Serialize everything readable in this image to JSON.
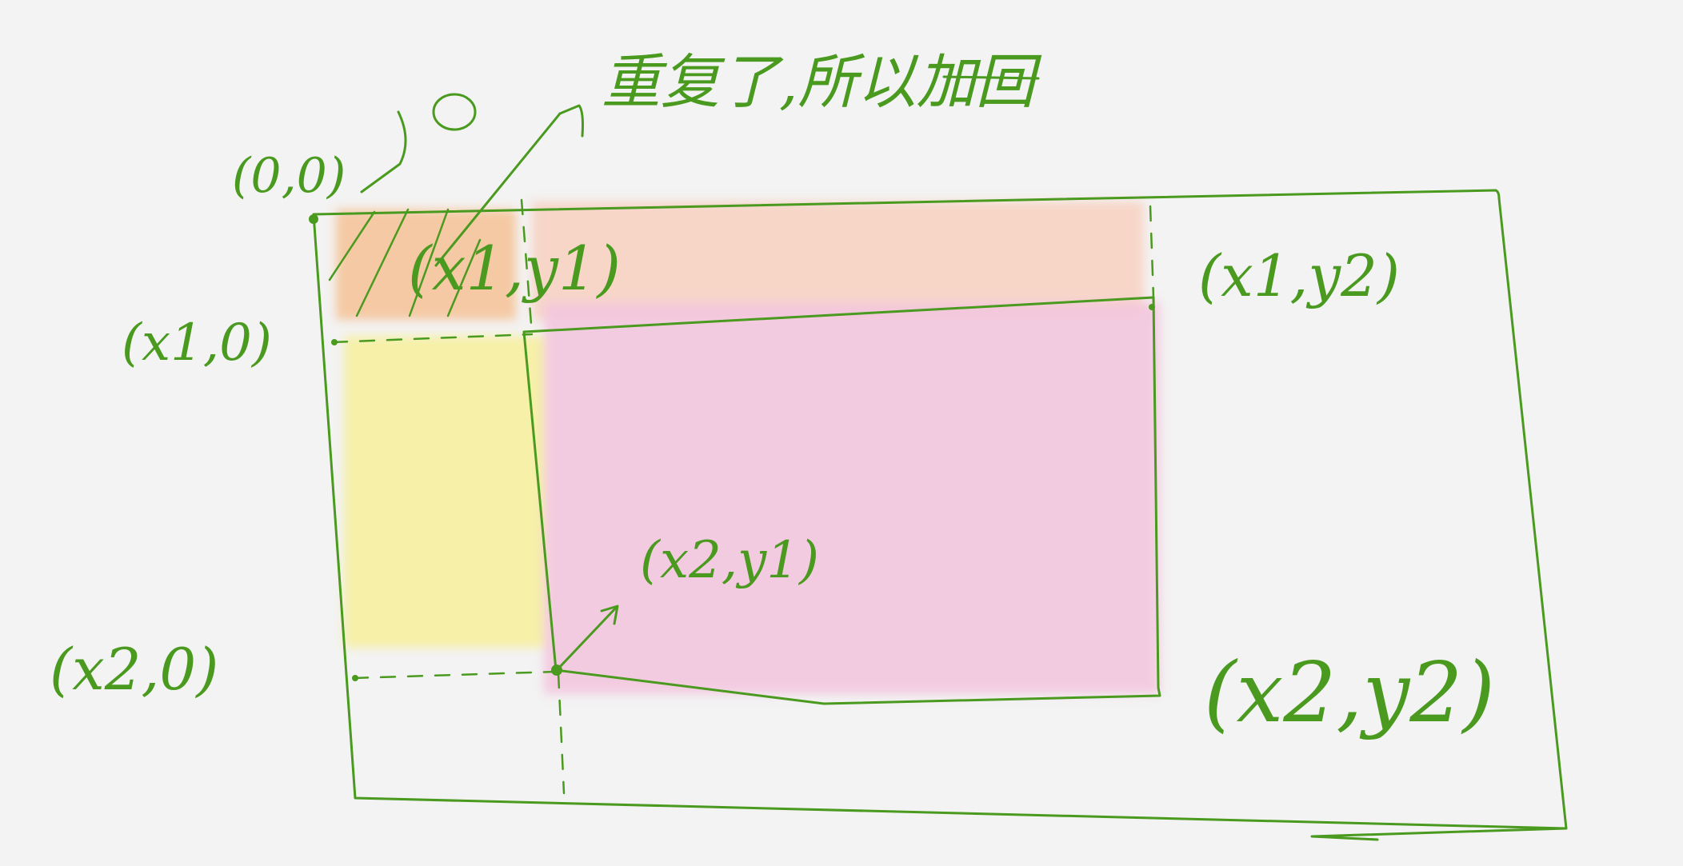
{
  "annotation": "重复了,所以加回",
  "labels": {
    "origin": "(0,0)",
    "x1_0": "(x1,0)",
    "x2_0": "(x2,0)",
    "x1_y1": "(x1,y1)",
    "x1_y2": "(x1,y2)",
    "x2_y1": "(x2,y1)",
    "x2_y2": "(x2,y2)"
  },
  "colors": {
    "ink": "#4a9a1f",
    "overlap_orange": "#f5c49a",
    "top_band": "#f7d3c3",
    "left_band": "#f6f0a0",
    "target_region": "#f3c6de",
    "background": "#f3f3f3"
  }
}
